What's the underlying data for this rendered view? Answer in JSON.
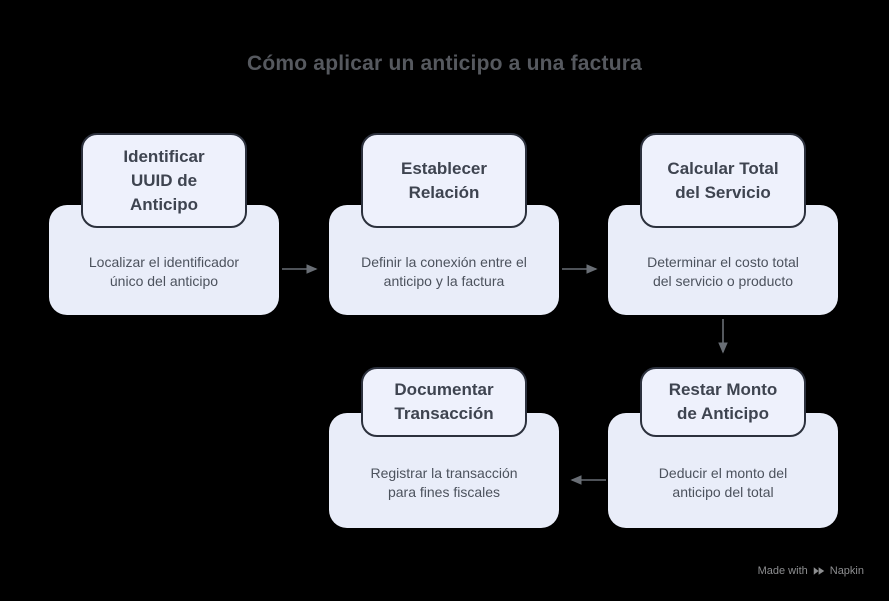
{
  "title": "Cómo aplicar un anticipo a una factura",
  "steps": [
    {
      "id": "identificar-uuid-de-anticipo",
      "heading": "Identificar\nUUID de\nAnticipo",
      "description": "Localizar el identificador\núnico del anticipo"
    },
    {
      "id": "establecer-relacion",
      "heading": "Establecer\nRelación",
      "description": "Definir la conexión entre el\nanticipo y la factura"
    },
    {
      "id": "calcular-total-del-servicio",
      "heading": "Calcular Total\ndel Servicio",
      "description": "Determinar el costo total\ndel servicio o producto"
    },
    {
      "id": "restar-monto-de-anticipo",
      "heading": "Restar Monto\nde Anticipo",
      "description": "Deducir el monto del\nanticipo del total"
    },
    {
      "id": "documentar-transaccion",
      "heading": "Documentar\nTransacción",
      "description": "Registrar la transacción\npara fines fiscales"
    }
  ],
  "connections": [
    {
      "from": "identificar-uuid-de-anticipo",
      "to": "establecer-relacion",
      "direction": "right"
    },
    {
      "from": "establecer-relacion",
      "to": "calcular-total-del-servicio",
      "direction": "right"
    },
    {
      "from": "calcular-total-del-servicio",
      "to": "restar-monto-de-anticipo",
      "direction": "down"
    },
    {
      "from": "restar-monto-de-anticipo",
      "to": "documentar-transaccion",
      "direction": "left"
    }
  ],
  "watermark": {
    "text": "Made with",
    "brand": "Napkin"
  },
  "colors": {
    "background": "#000000",
    "card_fill": "#e9edf9",
    "header_fill": "#eef1fc",
    "header_border": "#2c313d",
    "heading_text": "#3e4450",
    "body_text": "#4c525d",
    "title_text": "#56595f",
    "arrow": "#696e75",
    "watermark_text": "#8d8e90"
  }
}
